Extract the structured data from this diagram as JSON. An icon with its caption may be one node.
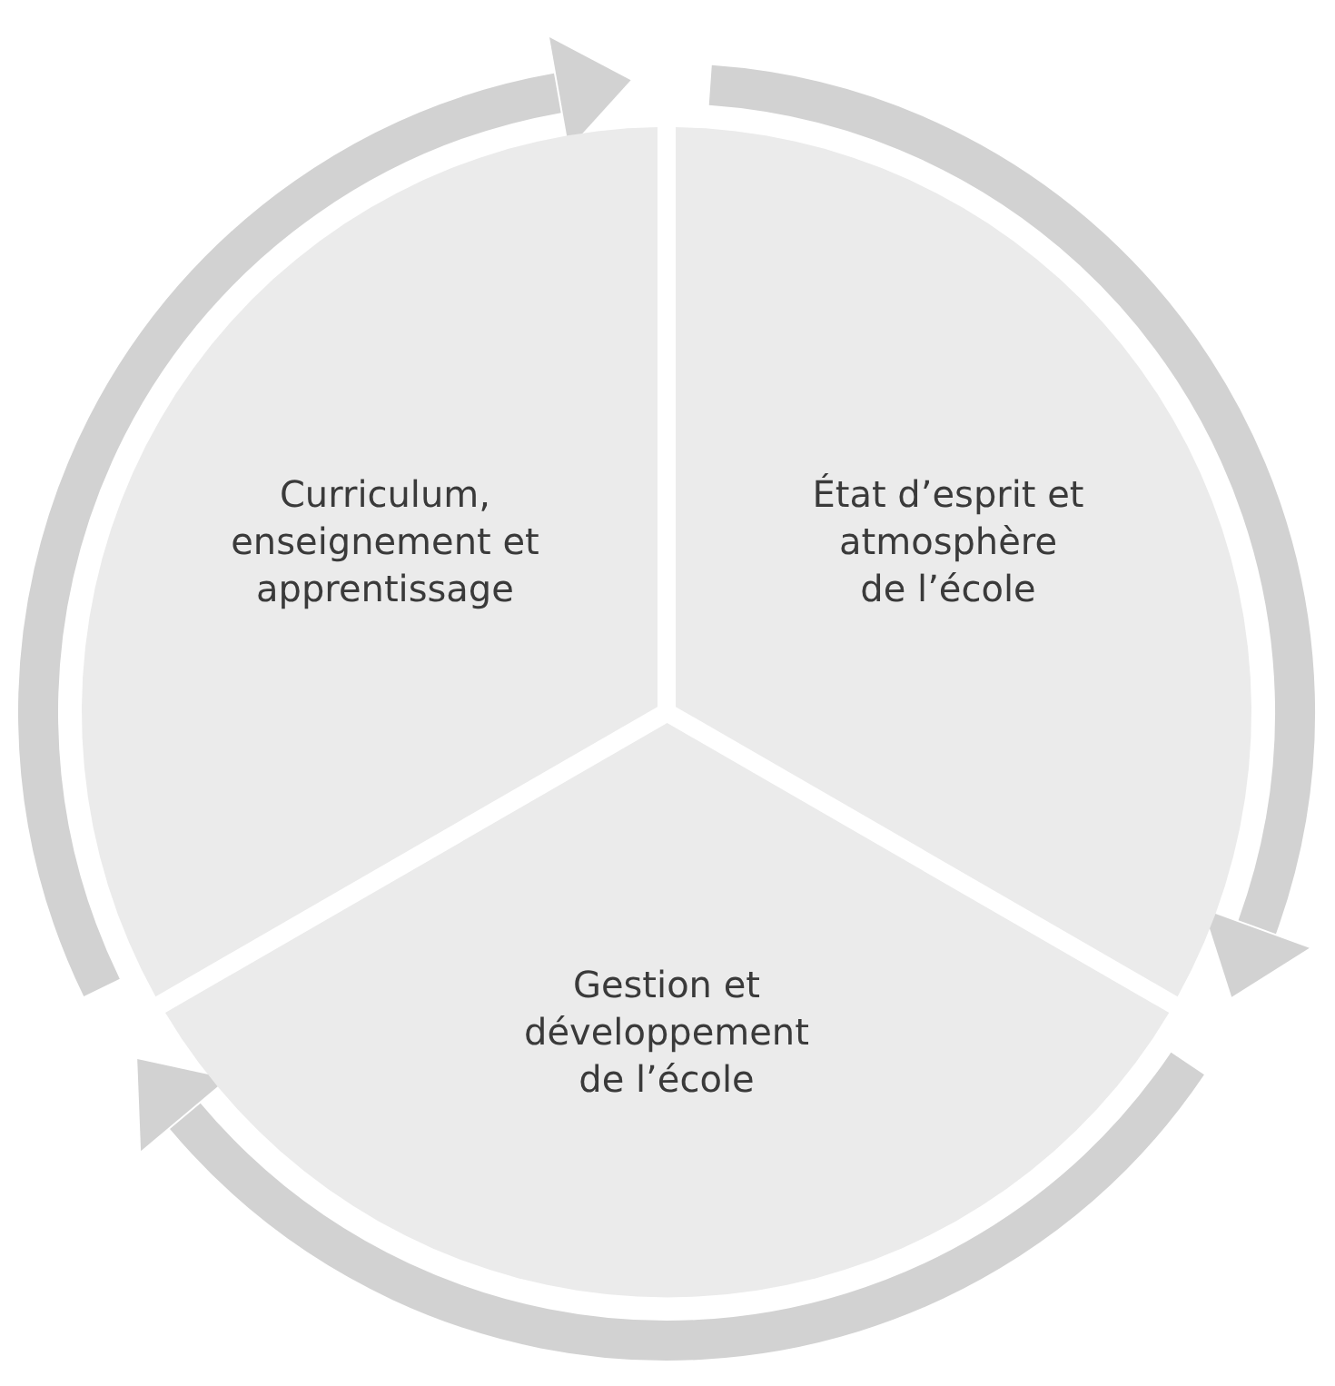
{
  "diagram": {
    "nodes": [
      {
        "text": [
          "Curriculum, enseignement et apprentissage"
        ]
      },
      {
        "text": [
          "État d’esprit et atmosphère de l’école"
        ]
      },
      {
        "text": [
          "Gestion et développement de l’école"
        ]
      }
    ]
  }
}
